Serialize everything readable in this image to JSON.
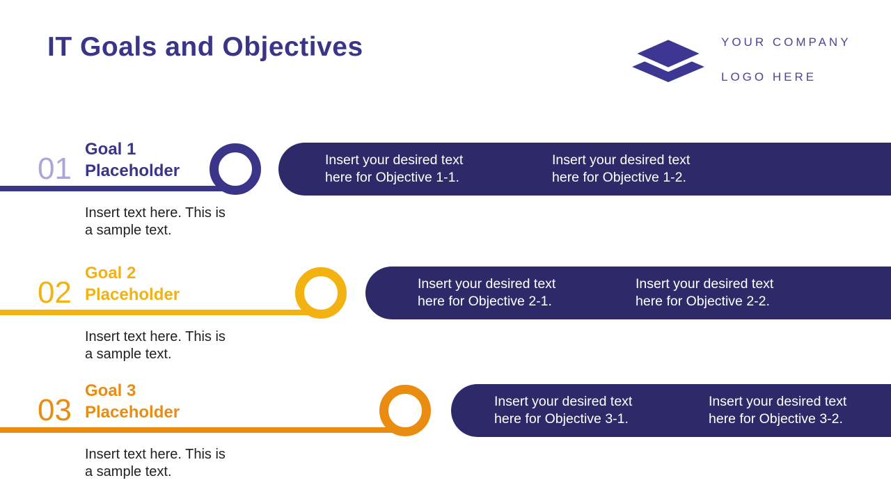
{
  "header": {
    "title": "IT Goals and Objectives",
    "logo": {
      "icon": "layers-icon",
      "line1": "YOUR COMPANY",
      "line2": "LOGO HERE"
    }
  },
  "colors": {
    "title": "#3B3589",
    "bar_background": "#2E2A69",
    "objective_text": "#FFFFFF",
    "description_text": "#1F1F1F",
    "logo_icon": "#3D3793",
    "logo_text": "#4C4596"
  },
  "goals": [
    {
      "number": "01",
      "number_color": "#ABA6D8",
      "accent": "#3B3589",
      "title": "Goal 1\nPlaceholder",
      "description": "Insert text here. This is\na sample text.",
      "objectives": [
        "Insert your desired text\nhere for Objective 1-1.",
        "Insert your desired text\nhere for Objective 1-2."
      ]
    },
    {
      "number": "02",
      "number_color": "#F2B212",
      "accent": "#F2B212",
      "title": "Goal 2\nPlaceholder",
      "description": "Insert text here. This is\na sample text.",
      "objectives": [
        "Insert your desired text\nhere for Objective 2-1.",
        "Insert your desired text\nhere for Objective 2-2."
      ]
    },
    {
      "number": "03",
      "number_color": "#EA8C10",
      "accent": "#EA8C10",
      "title": "Goal 3\nPlaceholder",
      "description": "Insert text here. This is\na sample text.",
      "objectives": [
        "Insert your desired text\nhere for Objective 3-1.",
        "Insert your desired text\nhere for Objective 3-2."
      ]
    }
  ]
}
